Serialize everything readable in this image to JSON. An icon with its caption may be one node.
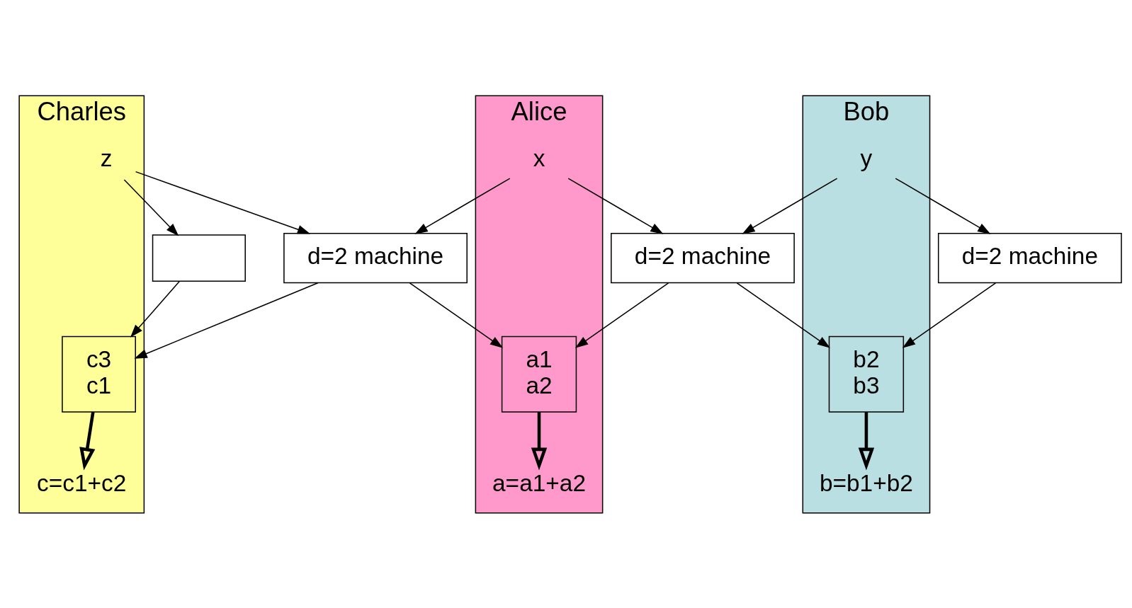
{
  "diagram": {
    "nodes": [
      {
        "text": [
          "Charles"
        ]
      },
      {
        "text": [
          "Alice"
        ]
      },
      {
        "text": [
          "Bob"
        ]
      },
      {
        "text": [
          "z"
        ],
        "in": 0
      },
      {
        "text": [
          "x"
        ],
        "in": 1
      },
      {
        "text": [
          "y"
        ],
        "in": 2
      },
      {
        "text": [],
        "shape": "box"
      },
      {
        "text": [
          "d=2 machine"
        ]
      },
      {
        "text": [
          "d=2 machine"
        ]
      },
      {
        "text": [
          "d=2 machine"
        ]
      },
      {
        "text": [
          "c3",
          "c1"
        ],
        "in": 0
      },
      {
        "text": [
          "a1",
          "a2"
        ],
        "in": 1
      },
      {
        "text": [
          "b2",
          "b3"
        ],
        "in": 2
      },
      {
        "text": [
          "c=c1+c2"
        ],
        "in": 0
      },
      {
        "text": [
          "a=a1+a2"
        ],
        "in": 1
      },
      {
        "text": [
          "b=b1+b2"
        ],
        "in": 2
      }
    ],
    "edges": [
      {
        "from": 3,
        "to": 6,
        "arrow": "to"
      },
      {
        "from": 3,
        "to": 7,
        "arrow": "to"
      },
      {
        "from": 4,
        "to": 7,
        "arrow": "to"
      },
      {
        "from": 4,
        "to": 8,
        "arrow": "to"
      },
      {
        "from": 5,
        "to": 8,
        "arrow": "to"
      },
      {
        "from": 5,
        "to": 9,
        "arrow": "to"
      },
      {
        "from": 6,
        "to": 10,
        "arrow": "to"
      },
      {
        "from": 7,
        "to": 10,
        "arrow": "to"
      },
      {
        "from": 7,
        "to": 11,
        "arrow": "to"
      },
      {
        "from": 8,
        "to": 11,
        "arrow": "to"
      },
      {
        "from": 8,
        "to": 12,
        "arrow": "to"
      },
      {
        "from": 9,
        "to": 12,
        "arrow": "to"
      },
      {
        "from": 10,
        "to": 13,
        "arrow": "to",
        "style": "thick"
      },
      {
        "from": 11,
        "to": 14,
        "arrow": "to",
        "style": "thick"
      },
      {
        "from": 12,
        "to": 15,
        "arrow": "to",
        "style": "thick"
      }
    ]
  }
}
